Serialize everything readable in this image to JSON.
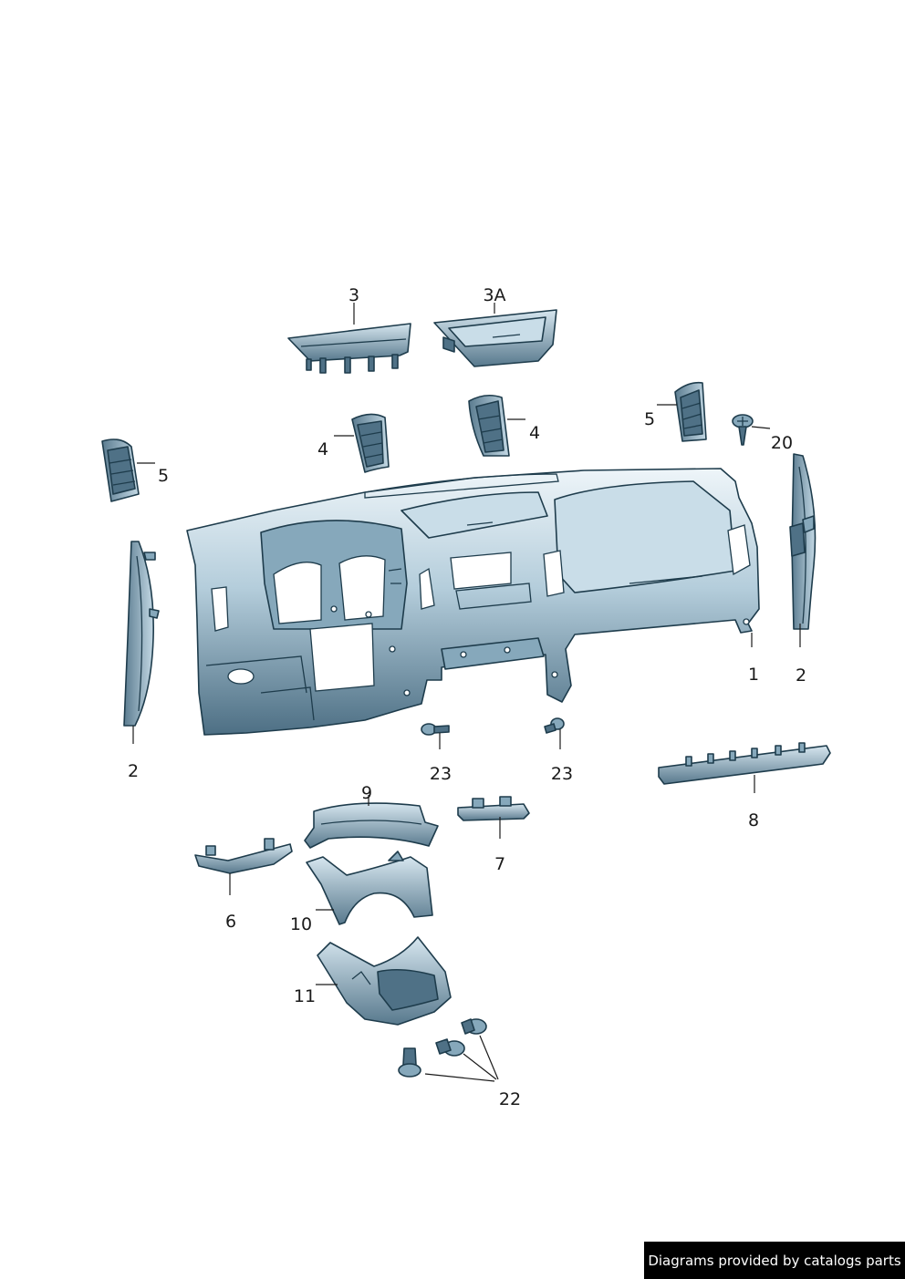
{
  "callouts": {
    "dashboard": "1",
    "side_trim_left": "2",
    "side_trim_right": "2",
    "top_cover": "3",
    "top_cover_alt": "3A",
    "vent_center_left": "4",
    "vent_center_right": "4",
    "vent_left": "5",
    "vent_right": "5",
    "trim_strip_small": "6",
    "trim_strip_center": "7",
    "trim_strip_long": "8",
    "column_cover_upper": "9",
    "column_cover_mid": "10",
    "column_cover_lower": "11",
    "screw_right": "20",
    "bolts_lower": "22",
    "screw_center_left": "23",
    "screw_center_right": "23"
  },
  "footer": {
    "credit": "Diagrams provided by catalogs parts"
  },
  "colors": {
    "part_dark": "#4f7186",
    "part_mid": "#86a8bb",
    "part_light": "#c9dde8",
    "outline": "#1e3c4c",
    "banner_bg": "#000000",
    "banner_text": "#ffffff"
  }
}
